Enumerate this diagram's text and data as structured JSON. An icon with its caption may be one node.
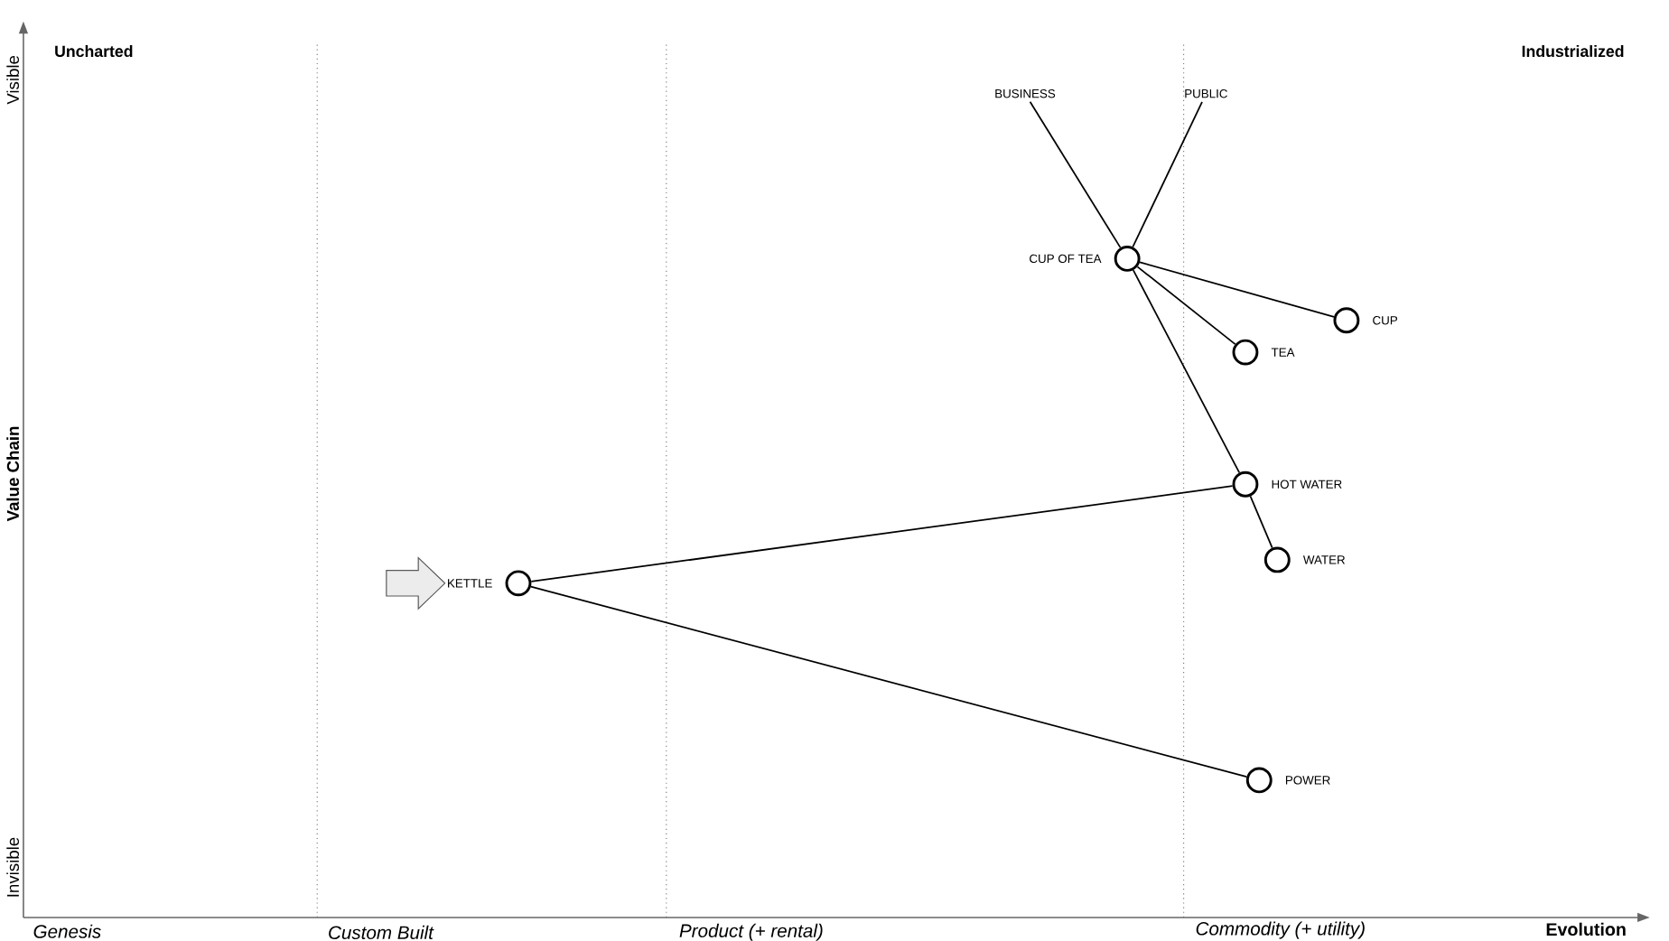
{
  "diagram": {
    "nodes": [
      {
        "text": [
          "BUSINESS"
        ]
      },
      {
        "text": [
          "PUBLIC"
        ]
      },
      {
        "text": [],
        "shape": "circle",
        "beside": [
          "CUP OF TEA"
        ]
      },
      {
        "text": [],
        "shape": "circle",
        "beside": [
          "CUP"
        ]
      },
      {
        "text": [],
        "shape": "circle",
        "beside": [
          "TEA"
        ]
      },
      {
        "text": [],
        "shape": "circle",
        "beside": [
          "HOT WATER"
        ]
      },
      {
        "text": [],
        "shape": "circle",
        "beside": [
          "WATER"
        ]
      },
      {
        "text": [],
        "shape": "circle",
        "beside": [
          "KETTLE"
        ]
      },
      {
        "text": [],
        "shape": "circle",
        "beside": [
          "POWER"
        ]
      }
    ],
    "edges": [
      {
        "from": 0,
        "to": 2,
        "arrow": "none"
      },
      {
        "from": 1,
        "to": 2,
        "arrow": "none"
      },
      {
        "from": 2,
        "to": 3,
        "arrow": "none"
      },
      {
        "from": 2,
        "to": 4,
        "arrow": "none"
      },
      {
        "from": 2,
        "to": 5,
        "arrow": "none"
      },
      {
        "from": 5,
        "to": 6,
        "arrow": "none"
      },
      {
        "from": 7,
        "to": 5,
        "arrow": "none"
      },
      {
        "from": 7,
        "to": 8,
        "arrow": "none"
      }
    ],
    "labels": [
      "Uncharted",
      "Industrialized",
      "Visible",
      "Value Chain",
      "Invisible",
      "Genesis",
      "Custom Built",
      "Product (+ rental)",
      "Commodity (+ utility)",
      "Evolution"
    ]
  }
}
